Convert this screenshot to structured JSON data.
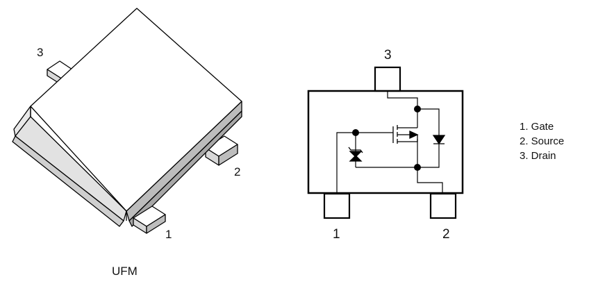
{
  "package_view": {
    "pin_labels": [
      "3",
      "2",
      "1"
    ],
    "caption": "UFM"
  },
  "schematic": {
    "pin_labels": [
      "3",
      "1",
      "2"
    ]
  },
  "legend": [
    "1. Gate",
    "2. Source",
    "3. Drain"
  ]
}
